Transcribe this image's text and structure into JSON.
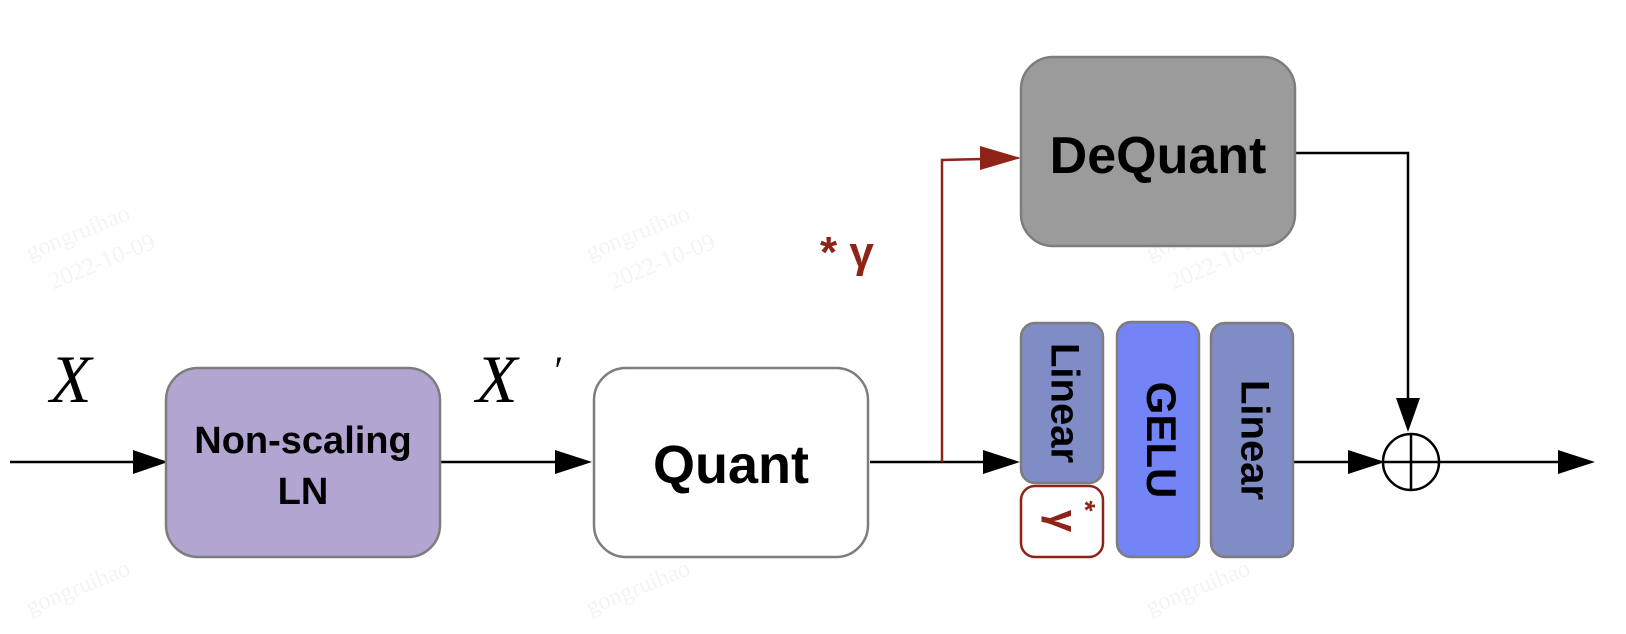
{
  "inputs": {
    "x_label": "X",
    "x_prime_label": "X",
    "x_prime_mark": "′"
  },
  "blocks": {
    "ln_line1": "Non-scaling",
    "ln_line2": "LN",
    "quant": "Quant",
    "dequant": "DeQuant",
    "linear1": "Linear",
    "gelu": "GELU",
    "linear2": "Linear"
  },
  "annotations": {
    "scale_label": "* γ",
    "gamma_symbol": "γ",
    "gamma_star": "*"
  },
  "watermark": {
    "author": "gongruihao",
    "date": "2022-10-09"
  },
  "colors": {
    "ln_fill": "#b3a5d2",
    "quant_fill": "#ffffff",
    "dequant_fill": "#9b9b9b",
    "linear_fill": "#7f8cc5",
    "gelu_fill": "#7384f7",
    "scale_color": "#8e2417",
    "box_stroke": "#7d7d7d"
  }
}
